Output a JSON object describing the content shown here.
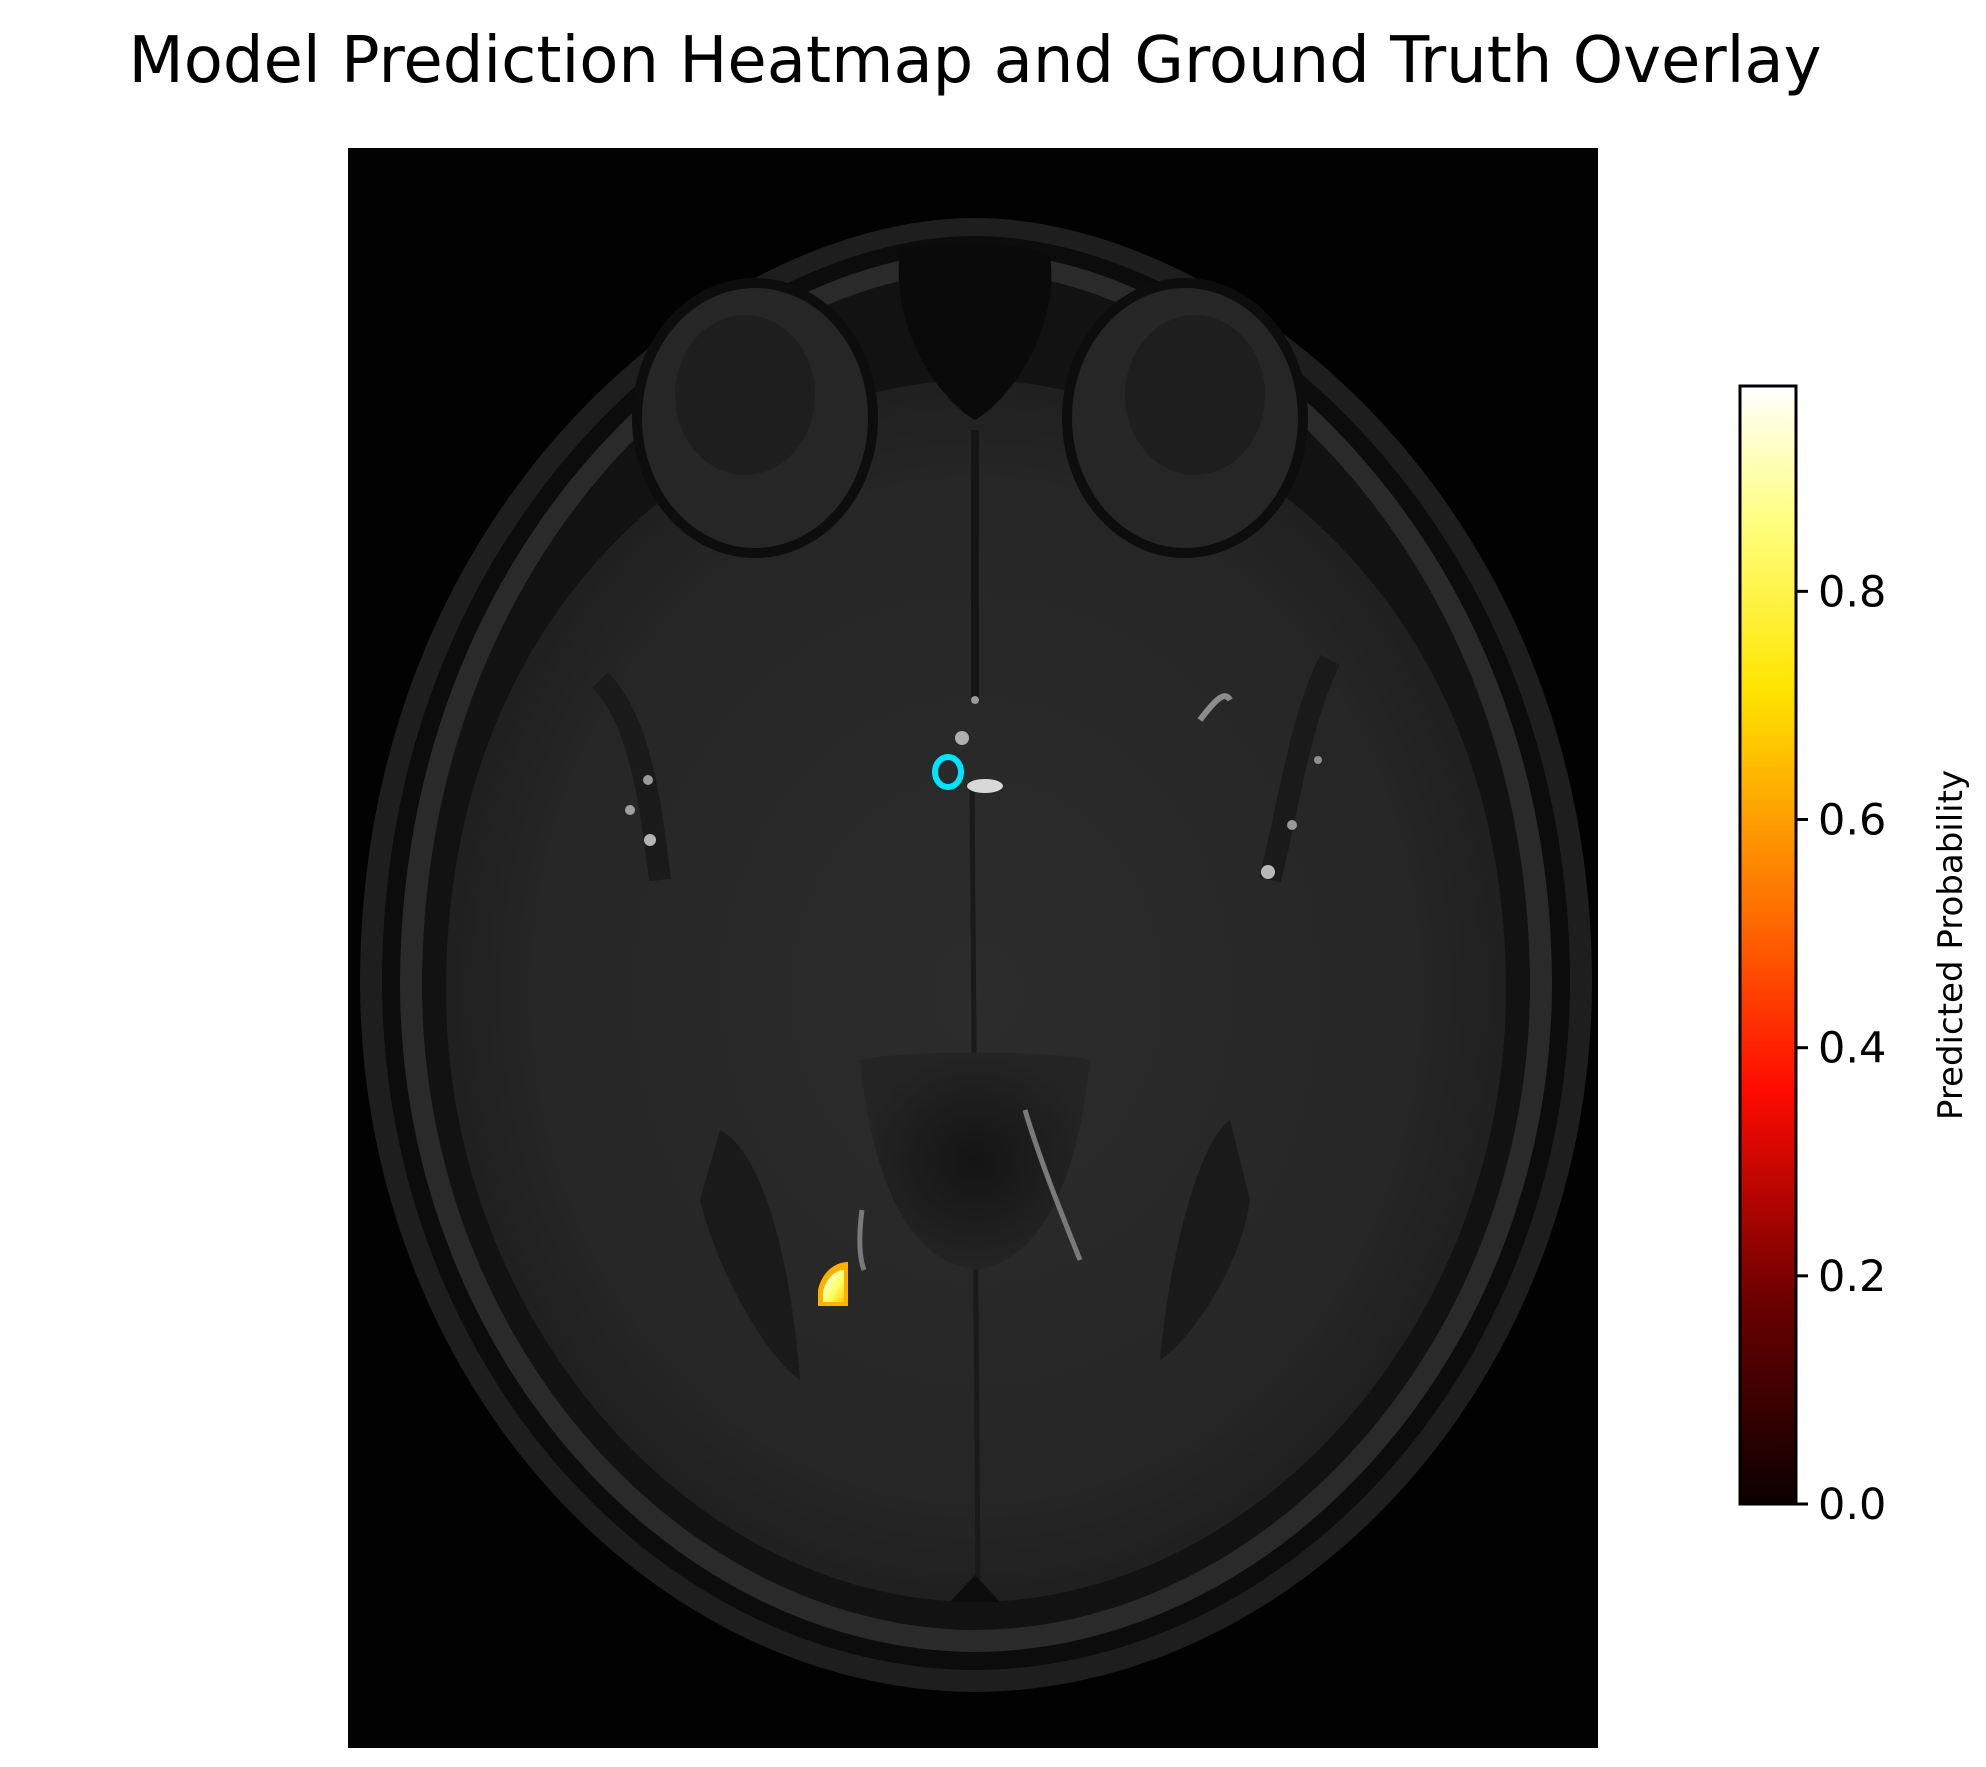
{
  "chart_data": {
    "type": "heatmap",
    "title": "Model Prediction Heatmap and Ground Truth Overlay",
    "background_image": "axial-brain-mri-slice",
    "colormap": "hot",
    "colorbar": {
      "label": "Predicted Probability",
      "range": [
        0.0,
        0.98
      ],
      "ticks": [
        0.0,
        0.2,
        0.4,
        0.6,
        0.8
      ],
      "tick_labels": [
        "0.0",
        "0.2",
        "0.4",
        "0.6",
        "0.8"
      ],
      "placement": "right"
    },
    "prediction_hotspot": {
      "peak_probability": 0.95,
      "region": "left posterior, near occipital horn"
    },
    "ground_truth_outline": {
      "color": "#00e5ff",
      "region": "midline anterior, near vessel"
    },
    "axes_visible": false
  }
}
